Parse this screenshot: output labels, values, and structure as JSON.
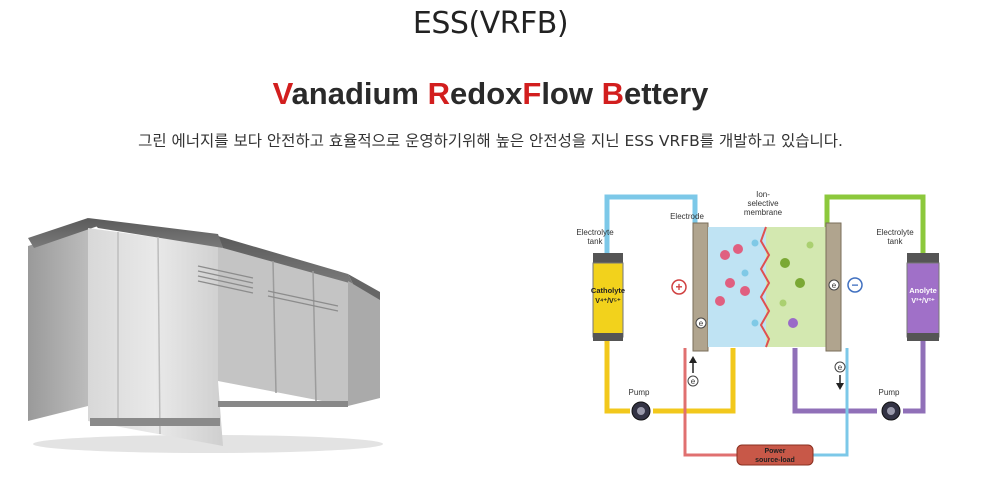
{
  "page": {
    "title": "ESS(VRFB)",
    "subtitle": {
      "parts": [
        {
          "text": "V",
          "accent": true
        },
        {
          "text": "anadium ",
          "accent": false
        },
        {
          "text": "R",
          "accent": true
        },
        {
          "text": "edox",
          "accent": false
        },
        {
          "text": "F",
          "accent": true
        },
        {
          "text": "low ",
          "accent": false
        },
        {
          "text": "B",
          "accent": true
        },
        {
          "text": "ettery",
          "accent": false
        }
      ]
    },
    "description": "그린 에너지를 보다 안전하고 효율적으로 운영하기위해 높은 안전성을 지닌 ESS VRFB를 개발하고 있습니다."
  },
  "diagram": {
    "labels": {
      "electrolyte_tank_left_1": "Electrolyte",
      "electrolyte_tank_left_2": "tank",
      "electrode": "Electrode",
      "ion_1": "Ion-",
      "ion_2": "selective",
      "ion_3": "membrane",
      "electrolyte_tank_right_1": "Electrolyte",
      "electrolyte_tank_right_2": "tank",
      "catholyte_1": "Catholyte",
      "catholyte_2": "V⁴⁺/V⁵⁺",
      "anolyte_1": "Anolyte",
      "anolyte_2": "V³⁺/V²⁺",
      "pump_left": "Pump",
      "pump_right": "Pump",
      "power_1": "Power",
      "power_2": "source-load",
      "plus": "+",
      "minus": "−",
      "electron": "e"
    }
  },
  "colors": {
    "accent_red": "#d21e1e",
    "cathode_yellow": "#f2d21c",
    "anolyte_purple": "#a070c8",
    "pipe_blue": "#7cc8e8",
    "pipe_green": "#8cc83c",
    "pipe_yellow": "#f2c81c",
    "pipe_purple": "#9070b8",
    "pipe_pink": "#e07070",
    "cell_blue": "#bfe3f3",
    "cell_green": "#d3e8b0"
  }
}
